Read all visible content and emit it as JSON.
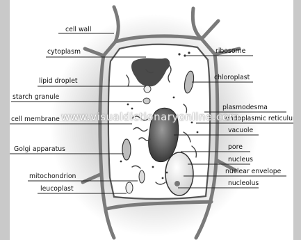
{
  "diagram": {
    "labels_left": {
      "cell_wall": "cell wall",
      "cytoplasm": "cytoplasm",
      "lipid_droplet": "lipid droplet",
      "starch_granule": "starch granule",
      "cell_membrane": "cell membrane",
      "golgi_apparatus": "Golgi apparatus",
      "mitochondrion": "mitochondrion",
      "leucoplast": "leucoplast"
    },
    "labels_right": {
      "ribosome": "ribosome",
      "chloroplast": "chloroplast",
      "plasmodesma": "plasmodesma",
      "endoplasmic_reticulum": "endoplasmic reticulum",
      "vacuole": "vacuole",
      "pore": "pore",
      "nucleus": "nucleus",
      "nuclear_envelope": "nuclear envelope",
      "nucleolus": "nucleolus"
    },
    "watermark": "www.visualdictionaryonline.com"
  }
}
